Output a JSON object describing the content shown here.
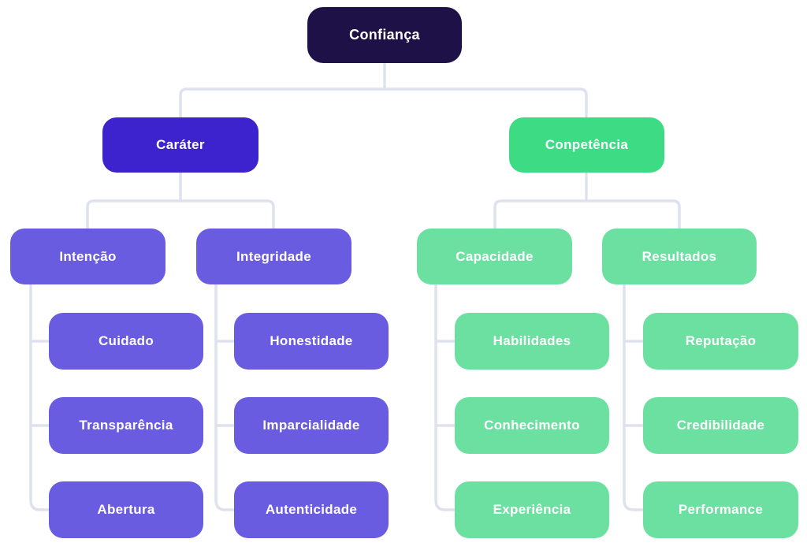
{
  "diagram": {
    "type": "hierarchy-tree",
    "root": {
      "label": "Confiança"
    },
    "branches": [
      {
        "label": "Caráter",
        "children": [
          {
            "label": "Intenção",
            "children": [
              "Cuidado",
              "Transparência",
              "Abertura"
            ]
          },
          {
            "label": "Integridade",
            "children": [
              "Honestidade",
              "Imparcialidade",
              "Autenticidade"
            ]
          }
        ]
      },
      {
        "label": "Conpetência",
        "children": [
          {
            "label": "Capacidade",
            "children": [
              "Habilidades",
              "Conhecimento",
              "Experiência"
            ]
          },
          {
            "label": "Resultados",
            "children": [
              "Reputação",
              "Credibilidade",
              "Performance"
            ]
          }
        ]
      }
    ],
    "colors": {
      "root_bg": "#1e1148",
      "branch_left_bg": "#3c23cd",
      "branch_right_bg": "#3ddc84",
      "sub_left_bg": "#6a5ce1",
      "sub_right_bg": "#6ce0a0",
      "connector": "#dfe2ee",
      "text": "#ffffff",
      "background": "#ffffff"
    }
  }
}
